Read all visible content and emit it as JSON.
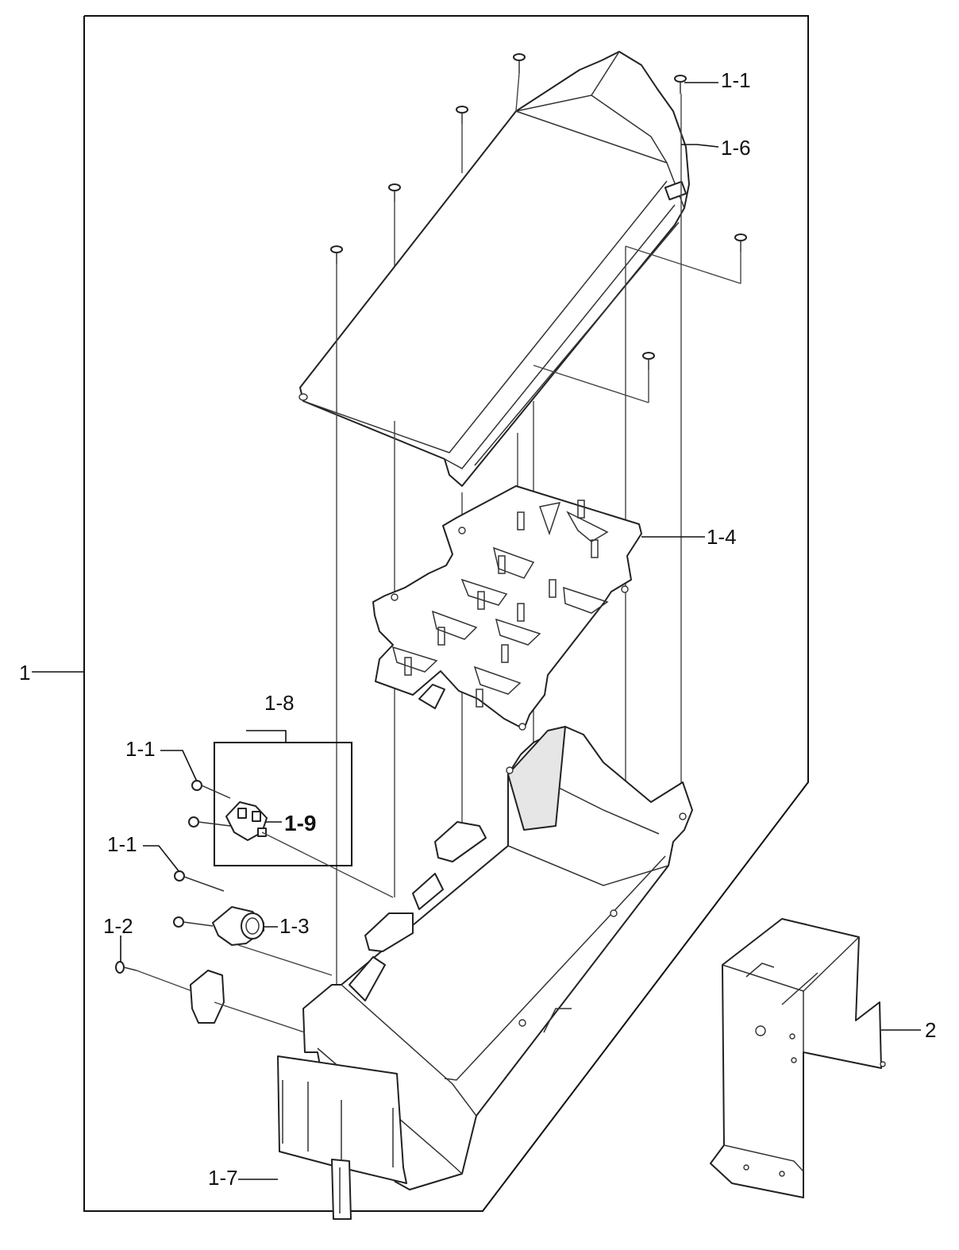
{
  "callouts": {
    "assembly": "1",
    "screw_top": "1-1",
    "duct": "1-6",
    "heater_plate": "1-4",
    "switch_group": "1-8",
    "screw_group": "1-1",
    "switch": "1-9",
    "screw_mid": "1-1",
    "thermostat": "1-3",
    "screw_low": "1-2",
    "bottom_cover": "1-7",
    "bracket": "2"
  }
}
